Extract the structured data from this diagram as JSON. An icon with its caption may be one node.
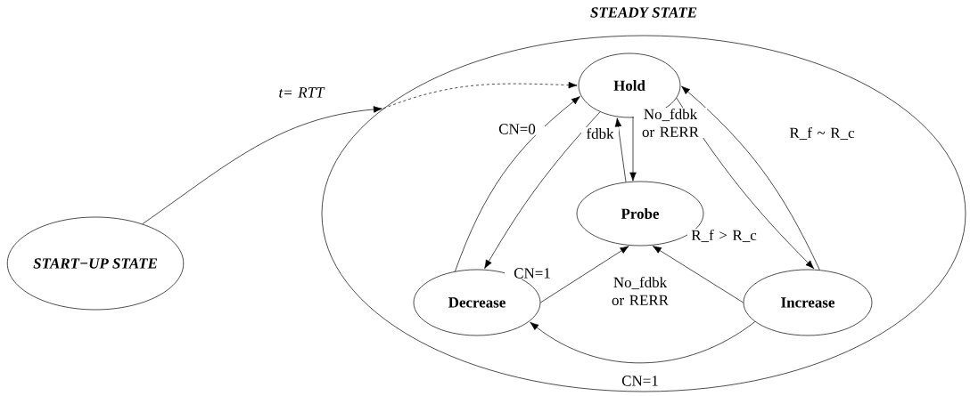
{
  "diagram": {
    "nodes": [
      {
        "text": [
          "START−UP STATE"
        ]
      },
      {
        "text": [
          "STEADY STATE"
        ]
      },
      {
        "text": [
          "Hold"
        ],
        "in": 1
      },
      {
        "text": [
          "Probe"
        ],
        "in": 1
      },
      {
        "text": [
          "Decrease"
        ],
        "in": 1
      },
      {
        "text": [
          "Increase"
        ],
        "in": 1
      }
    ],
    "edges": [
      {
        "from": 0,
        "to": 1,
        "arrow": "to",
        "label": "t= RTT"
      },
      {
        "from": 1,
        "to": 2,
        "arrow": "to",
        "style": "dashed"
      },
      {
        "from": 4,
        "to": 2,
        "arrow": "to",
        "label": "CN=0"
      },
      {
        "from": 2,
        "to": 4,
        "arrow": "to",
        "label": "CN=1"
      },
      {
        "from": 2,
        "to": 3,
        "arrow": "to",
        "label": "No_fdbk or RERR"
      },
      {
        "from": 3,
        "to": 2,
        "arrow": "to",
        "label": "fdbk"
      },
      {
        "from": 2,
        "to": 5,
        "arrow": "to",
        "label": "R_f > R_c"
      },
      {
        "from": 5,
        "to": 2,
        "arrow": "to",
        "label": "R_f ~ R_c"
      },
      {
        "from": 4,
        "to": 3,
        "arrow": "to",
        "label": "No_fdbk or RERR"
      },
      {
        "from": 5,
        "to": 3,
        "arrow": "to"
      },
      {
        "from": 5,
        "to": 4,
        "arrow": "to",
        "label": "CN=1"
      }
    ]
  }
}
